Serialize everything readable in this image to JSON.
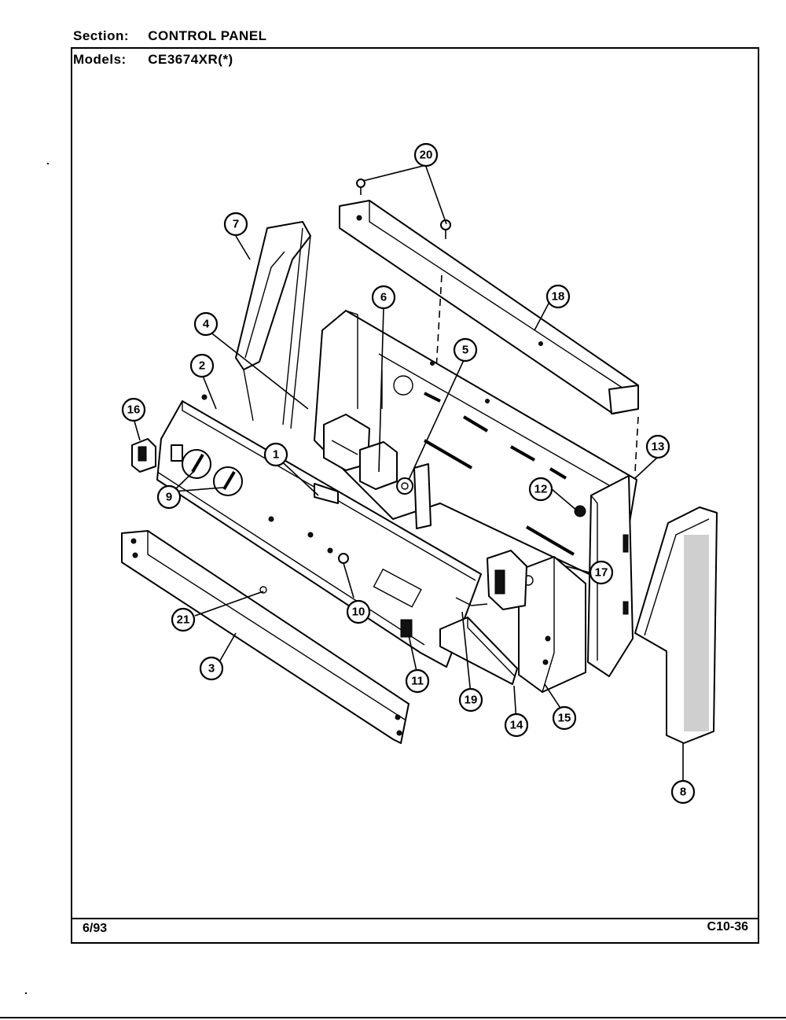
{
  "header": {
    "section_label": "Section:",
    "section_value": "CONTROL PANEL",
    "models_label": "Models:",
    "models_value": "CE3674XR(*)"
  },
  "footer": {
    "date": "6/93",
    "page_code": "C10-36"
  },
  "callouts": [
    "1",
    "2",
    "3",
    "4",
    "5",
    "6",
    "7",
    "8",
    "9",
    "10",
    "11",
    "12",
    "13",
    "14",
    "15",
    "16",
    "17",
    "18",
    "19",
    "20",
    "21"
  ]
}
